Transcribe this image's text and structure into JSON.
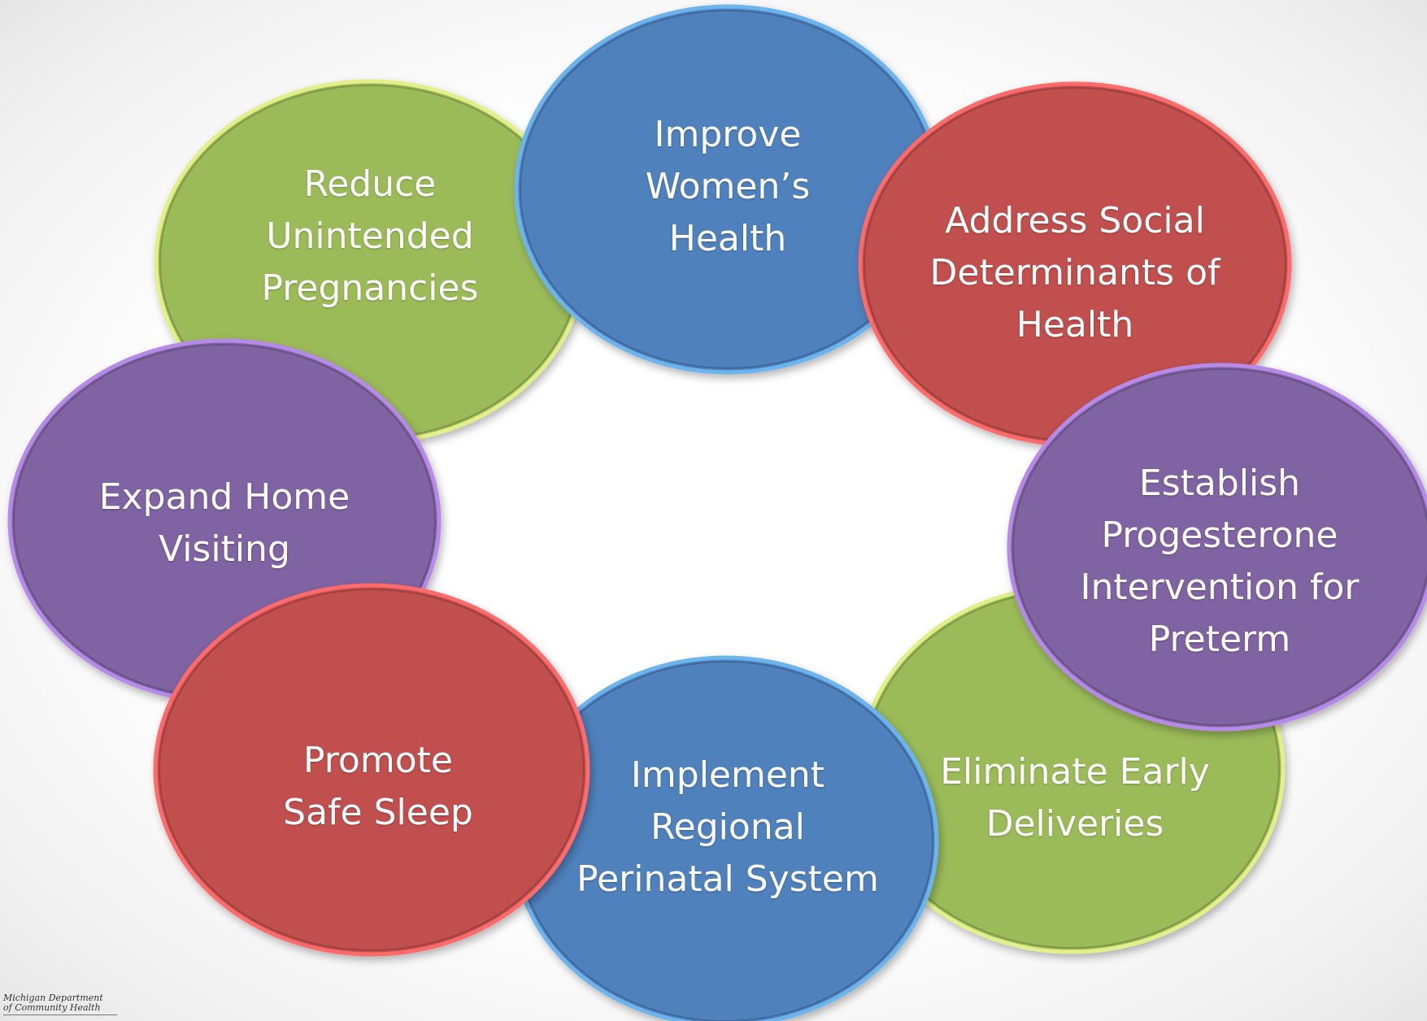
{
  "colors": {
    "blue": "#4f81bd",
    "blue_edge": "#6cb4ee",
    "red": "#c0504d",
    "red_edge": "#ff6a6a",
    "green": "#9bbb59",
    "green_edge": "#e3f08a",
    "purple": "#8064a2",
    "purple_edge": "#b58ae8",
    "text": "#ffffff"
  },
  "nodes": [
    {
      "id": "improve-womens-health",
      "label": "Improve\nWomen’s\nHealth",
      "color": "blue"
    },
    {
      "id": "address-social-determinants",
      "label": "Address Social\nDeterminants of\nHealth",
      "color": "red"
    },
    {
      "id": "establish-progesterone",
      "label": "Establish\nProgesterone\nIntervention for\nPreterm",
      "color": "purple"
    },
    {
      "id": "eliminate-early-deliveries",
      "label": "Eliminate Early\nDeliveries",
      "color": "green"
    },
    {
      "id": "implement-regional-perinatal",
      "label": "Implement\nRegional\nPerinatal System",
      "color": "blue"
    },
    {
      "id": "promote-safe-sleep",
      "label": "Promote\nSafe Sleep",
      "color": "red"
    },
    {
      "id": "expand-home-visiting",
      "label": "Expand Home\nVisiting",
      "color": "purple"
    },
    {
      "id": "reduce-unintended-pregnancies",
      "label": "Reduce\nUnintended\nPregnancies",
      "color": "green"
    }
  ],
  "logo": {
    "line1": "Michigan Department",
    "line2": "of Community Health"
  }
}
